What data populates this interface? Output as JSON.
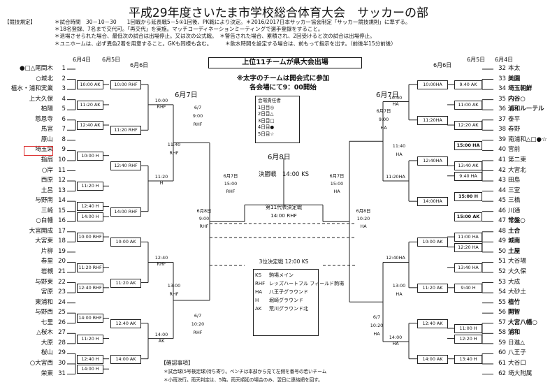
{
  "title": "平成29年度さいたま市学校総合体育大会　サッカーの部",
  "rules_label": "【競技規定】",
  "rules_lines": [
    "＊試合時間　30－10－30　　1回戦から延長戦5－5①1回後、PK戦により決定。＊2016/2017日本サッカー協会制定「サッカー競技規則」に準ずる。",
    "＊18名登録、7名まで交代可。「再交代」を実施。マッチコーディネーションミーティングで選手登録をすること。",
    "＊退場させられた場合、最低次の試合は出場停止。又は次の公式戦。　＊警告された場合、累積され、2回受けると次の試合は出場停止。",
    "＊ユニホームは、必ず異色2着を用意すること。GKも同様も含む。　　　＊飲水時間を設定する場合は、前もって指示を出す。（前後半15分前後）"
  ],
  "dates": {
    "left_r1": "6月4日",
    "left_r2": "6月5日",
    "left_r3": "6月6日",
    "right_r1": "6月4日",
    "right_r2": "6月5日",
    "right_r3": "6月6日",
    "left_qf": "6月7日",
    "right_qf": "6月7日",
    "final_day": "6月8日"
  },
  "banner": "上位11チームが県大会出場",
  "notice": [
    "※太字のチームは開会式に参加",
    "各会場にて9：00開始"
  ],
  "officers": {
    "title": "会場責任者",
    "lines": [
      "1日目◎",
      "2日目△",
      "3日目□",
      "4日目●",
      "5日目☆"
    ]
  },
  "final": {
    "label": "決勝戦　14:00 KS",
    "eleventh_label": "第11代表決定戦",
    "eleventh_time": "14:00 RHF",
    "third_label": "3位決定戦 12:00 KS"
  },
  "left_teams": [
    {
      "num": "1",
      "name": "●□△尾間木"
    },
    {
      "num": "2",
      "name": "○城北"
    },
    {
      "num": "3",
      "name": "植水・浦和実業"
    },
    {
      "num": "4",
      "name": "上大久保"
    },
    {
      "num": "5",
      "name": "柏陽"
    },
    {
      "num": "6",
      "name": "慈恩寺"
    },
    {
      "num": "7",
      "name": "馬宮"
    },
    {
      "num": "8",
      "name": "原山"
    },
    {
      "num": "9",
      "name": "埼玉栄"
    },
    {
      "num": "10",
      "name": "指扇"
    },
    {
      "num": "11",
      "name": "○岸"
    },
    {
      "num": "12",
      "name": "西原"
    },
    {
      "num": "13",
      "name": "土呂"
    },
    {
      "num": "14",
      "name": "与野南"
    },
    {
      "num": "15",
      "name": "三崎"
    },
    {
      "num": "16",
      "name": "○白幡"
    },
    {
      "num": "17",
      "name": "大宮開成"
    },
    {
      "num": "18",
      "name": "大宮東"
    },
    {
      "num": "19",
      "name": "片柳"
    },
    {
      "num": "20",
      "name": "春里"
    },
    {
      "num": "21",
      "name": "岩槻"
    },
    {
      "num": "22",
      "name": "与野東"
    },
    {
      "num": "23",
      "name": "宮原"
    },
    {
      "num": "24",
      "name": "東浦和"
    },
    {
      "num": "25",
      "name": "与野西"
    },
    {
      "num": "26",
      "name": "七里"
    },
    {
      "num": "27",
      "name": "△桜木"
    },
    {
      "num": "28",
      "name": "大原"
    },
    {
      "num": "29",
      "name": "桜山"
    },
    {
      "num": "30",
      "name": "○大宮西"
    },
    {
      "num": "31",
      "name": "栄東"
    }
  ],
  "right_teams": [
    {
      "num": "32",
      "name": "本太",
      "bold": false
    },
    {
      "num": "33",
      "name": "美園",
      "bold": true
    },
    {
      "num": "34",
      "name": "埼玉朝鮮",
      "bold": true
    },
    {
      "num": "35",
      "name": "内谷○",
      "bold": true
    },
    {
      "num": "36",
      "name": "浦和ルーテル",
      "bold": true
    },
    {
      "num": "37",
      "name": "泰平",
      "bold": false
    },
    {
      "num": "38",
      "name": "春野",
      "bold": false
    },
    {
      "num": "39",
      "name": "南浦和△□●☆",
      "bold": false
    },
    {
      "num": "40",
      "name": "宮前",
      "bold": false
    },
    {
      "num": "41",
      "name": "第二東",
      "bold": false
    },
    {
      "num": "42",
      "name": "大宮北",
      "bold": false
    },
    {
      "num": "43",
      "name": "田島",
      "bold": false
    },
    {
      "num": "44",
      "name": "三室",
      "bold": false
    },
    {
      "num": "45",
      "name": "三橋",
      "bold": false
    },
    {
      "num": "46",
      "name": "川通",
      "bold": false
    },
    {
      "num": "47",
      "name": "常盤○",
      "bold": true
    },
    {
      "num": "48",
      "name": "土合",
      "bold": true
    },
    {
      "num": "49",
      "name": "城南",
      "bold": true
    },
    {
      "num": "50",
      "name": "土屋",
      "bold": true
    },
    {
      "num": "51",
      "name": "大谷場",
      "bold": false
    },
    {
      "num": "52",
      "name": "大久保",
      "bold": false
    },
    {
      "num": "53",
      "name": "大成",
      "bold": false
    },
    {
      "num": "54",
      "name": "大砂土",
      "bold": false
    },
    {
      "num": "55",
      "name": "植竹",
      "bold": true
    },
    {
      "num": "56",
      "name": "開智",
      "bold": true
    },
    {
      "num": "57",
      "name": "大宮八幡○",
      "bold": true
    },
    {
      "num": "58",
      "name": "浦和",
      "bold": true
    },
    {
      "num": "59",
      "name": "日進△",
      "bold": false
    },
    {
      "num": "60",
      "name": "八王子",
      "bold": false
    },
    {
      "num": "61",
      "name": "大谷口",
      "bold": false
    },
    {
      "num": "62",
      "name": "埼大附属",
      "bold": false
    }
  ],
  "left_r1": [
    "10:00 AK",
    "11:20 AK",
    "12:40 AK",
    "10:00 H",
    "11:20 H",
    "12:40 H",
    "14:00 H",
    "10:00 RHF",
    "11:20 RHF",
    "12:40 RHF",
    "14:00 RHF",
    "11:20 H",
    "12:40 H",
    "14:00 H"
  ],
  "left_r2": [
    "10:00 RHF",
    "11:20 RHF",
    "12:40 RHF",
    "14:00 RHF",
    "10:00 AK",
    "11:20 AK",
    "12:40 AK",
    "14:00 AK"
  ],
  "left_r3": [
    "10:00\nRHF",
    "11:20\nH",
    "12:40\nRHF",
    "14:00\nAK"
  ],
  "left_qf": [
    "6/7\n9:00\nRHF",
    "6/7\n10:20\nRHF",
    "11:40\nRHF",
    "13:00\nRHF"
  ],
  "left_sf": [
    "6月7日\n15:00\nRHF",
    "6月8日\n9:00\nRHF"
  ],
  "right_r1": [
    "9:40 AK",
    "11:00 AK",
    "12:20 AK",
    "13:40 AK",
    "9:40 HA",
    "11:00 HA",
    "12:20 HA",
    "13:40 HA",
    "9:40 H",
    "11:00 H",
    "12:20 H",
    "13:40 H"
  ],
  "right_r2": [
    "10:00HA",
    "11:20HA",
    "12:40HA",
    "14:00HA",
    "10:00 AK",
    "11:20 AK",
    "12:40 AK",
    "14:00 AK"
  ],
  "right_bold_slots": [
    "15:00 HA",
    "15:00 H",
    "15:00 AK"
  ],
  "right_r3": [
    "10:00\nHA",
    "11:20HA",
    "12:40HA",
    "14:00\nHA"
  ],
  "right_qf": [
    "6月7日\n9:00\nHA",
    "11:40\nHA",
    "13:00\nHA",
    "6/7\n10:20\nHA"
  ],
  "right_sf": [
    "6月7日\n15:00\nHA",
    "6月8日\n10:20\nHA"
  ],
  "venues": [
    {
      "code": "KS",
      "name": "駒場メイン"
    },
    {
      "code": "RHF",
      "name": "レッズハートフル フィールド駒場"
    },
    {
      "code": "HA",
      "name": "八王子グラウンド"
    },
    {
      "code": "H",
      "name": "堀崎グラウンド"
    },
    {
      "code": "AK",
      "name": "荒川グラウンド北"
    }
  ],
  "confirm_label": "【確認事項】",
  "confirm_lines": [
    "＊試合球(5号検定球)持ち寄り。ベンチは本部から見て左側を番号の若いチーム",
    "＊小雨決行。雨天判定は、5時。雨天順延の場合のみ、翌日に連絡網を回す。"
  ]
}
